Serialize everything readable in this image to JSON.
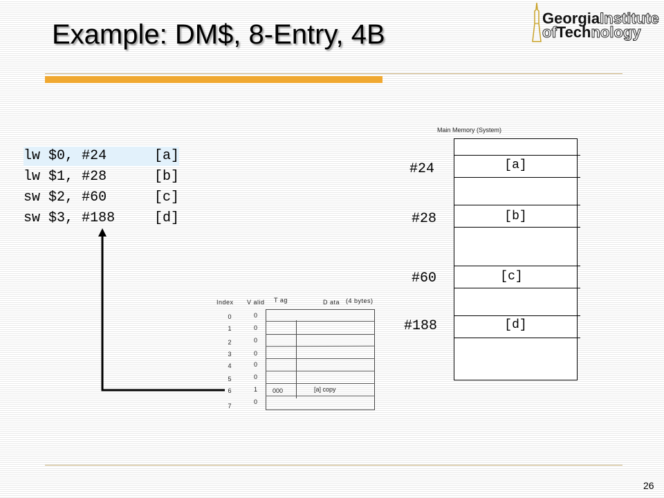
{
  "slide": {
    "title": "Example: DM$, 8-Entry, 4B",
    "page_number": "26"
  },
  "logo": {
    "line1_bold": "Georgia",
    "line1_rest": "Institute",
    "line2_bold": "of",
    "line2_mid": "Tech",
    "line2_rest": "nology"
  },
  "instructions": [
    {
      "op": "lw",
      "reg": "$0,",
      "addr": "#24",
      "data": "[a]",
      "highlighted": true
    },
    {
      "op": "lw",
      "reg": "$1,",
      "addr": "#28",
      "data": "[b]",
      "highlighted": false
    },
    {
      "op": "sw",
      "reg": "$2,",
      "addr": "#60",
      "data": "[c]",
      "highlighted": false
    },
    {
      "op": "sw",
      "reg": "$3,",
      "addr": "#188",
      "data": "[d]",
      "highlighted": false
    }
  ],
  "main_memory": {
    "label": "Main Memory (System)",
    "entries": [
      {
        "address": "#24",
        "value": "[a]"
      },
      {
        "address": "#28",
        "value": "[b]"
      },
      {
        "address": "#60",
        "value": "[c]"
      },
      {
        "address": "#188",
        "value": "[d]"
      }
    ]
  },
  "cache": {
    "headers": {
      "index": "Index",
      "valid": "V alid",
      "tag": "T ag",
      "data": "D ata",
      "data_note": "(4 bytes)"
    },
    "rows": [
      {
        "index": "0",
        "valid": "0",
        "tag": "",
        "data": ""
      },
      {
        "index": "1",
        "valid": "0",
        "tag": "",
        "data": ""
      },
      {
        "index": "2",
        "valid": "0",
        "tag": "",
        "data": ""
      },
      {
        "index": "3",
        "valid": "0",
        "tag": "",
        "data": ""
      },
      {
        "index": "4",
        "valid": "0",
        "tag": "",
        "data": ""
      },
      {
        "index": "5",
        "valid": "0",
        "tag": "",
        "data": ""
      },
      {
        "index": "6",
        "valid": "1",
        "tag": "000",
        "data": "[a] copy"
      },
      {
        "index": "7",
        "valid": "0",
        "tag": "",
        "data": ""
      }
    ]
  },
  "colors": {
    "accent_orange": "#f0a830",
    "highlight_row": "#e2f1fb",
    "logo_gold": "#c9a227"
  }
}
